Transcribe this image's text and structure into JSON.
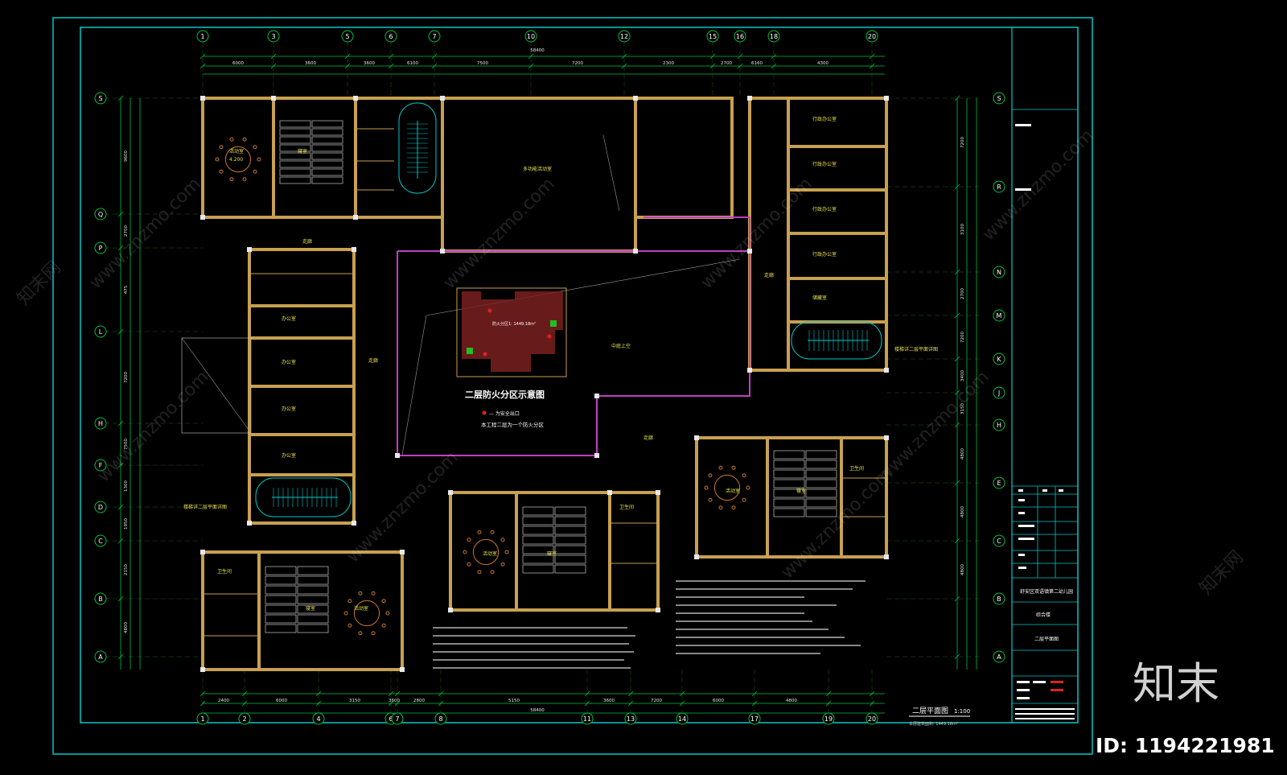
{
  "sheet": {
    "drawing_title": "二层平面图",
    "drawing_scale": "1:100",
    "area_note": "本层建筑面积: 1449.18m²",
    "project_name": "舒安区双语镇第二幼儿园",
    "building_name": "综合楼",
    "drawing_name": "二层平面图"
  },
  "fire_zone": {
    "title": "二层防火分区示意图",
    "area_label": "防火分区1: 1449.18m²",
    "legend_exit": "— 为安全出口",
    "note": "本工程二层为一个防火分区"
  },
  "top_axes": [
    "1",
    "3",
    "5",
    "6",
    "7",
    "10",
    "12",
    "15",
    "16",
    "18",
    "20"
  ],
  "bottom_axes": [
    "1",
    "2",
    "4",
    "6",
    "7",
    "8",
    "11",
    "13",
    "14",
    "17",
    "19",
    "20"
  ],
  "left_axes": [
    "S",
    "Q",
    "P",
    "L",
    "H",
    "F",
    "D",
    "C",
    "B",
    "A"
  ],
  "right_axes": [
    "S",
    "R",
    "N",
    "M",
    "K",
    "J",
    "H",
    "E",
    "C",
    "B",
    "A"
  ],
  "top_dims": {
    "total": "58400",
    "segments": [
      "6000",
      "3600",
      "3600",
      "6100",
      "7500",
      "7200",
      "2300",
      "2700",
      "6160",
      "4300"
    ]
  },
  "bottom_dims": {
    "total": "58400",
    "segments": [
      "2400",
      "6000",
      "3150",
      "3600",
      "2800",
      "5150",
      "3600",
      "7200",
      "6000",
      "4800"
    ]
  },
  "side_dims": {
    "left": [
      "9600",
      "2700",
      "475",
      "7200",
      "7500",
      "1300",
      "1950",
      "2150",
      "4800"
    ],
    "right": [
      "7200",
      "3100",
      "2700",
      "7200",
      "3400",
      "3150",
      "4800",
      "4800",
      "4800"
    ]
  },
  "rooms": {
    "activity": "活动室",
    "bedroom": "寝室",
    "toilet": "卫生间",
    "storage": "储藏室",
    "corridor": "走廊",
    "office": "办公室",
    "multi": "多功能活动室",
    "void": "中庭上空",
    "stair_note": "楼梯详二层平面详图",
    "elev": "4.200",
    "teacher": "行政办公室"
  },
  "title_block_rows": [
    "■  ■  ■",
    "■",
    "■",
    "■",
    "■"
  ],
  "watermark": {
    "brand": "知末",
    "id_label": "ID: 1194221981",
    "site": "www.znzmo.com",
    "site_cn": "知末网"
  },
  "colors": {
    "border": "#00c8c8",
    "wall": "#c8a050",
    "dim": "#00c040",
    "axis": "#ffffff",
    "text_yellow": "#e8e050",
    "red": "#e02020",
    "magenta": "#c040c0",
    "hatch": "#b03030"
  }
}
